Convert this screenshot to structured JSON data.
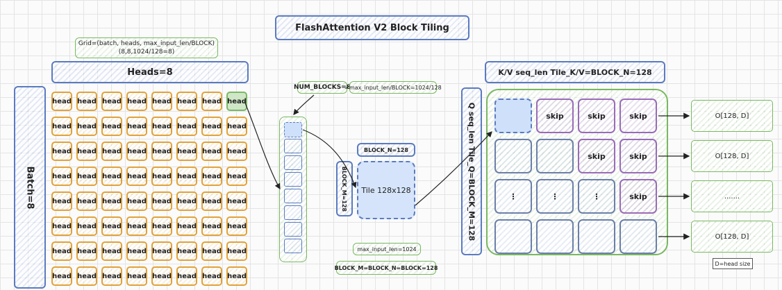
{
  "title": "FlashAttention V2 Block Tiling",
  "grid_label": {
    "line1": "Grid=(batch, heads, max_input_len/BLOCK)",
    "line2": "(8,8,1024/128=8)"
  },
  "heads_label": "Heads=8",
  "batch_label": "Batch=8",
  "head_cell": "head",
  "num_blocks": "NUM_BLOCKS=8",
  "num_blocks_formula": "=max_input_len/BLOCK=1024/128",
  "block_n": "BLOCK_N=128",
  "block_m": "BLOCK_M=128",
  "tile_label": "Tile 128x128",
  "max_input_len": "max_input_len=1024",
  "block_eq": "BLOCK_M=BLOCK_N=BLOCK=128",
  "kv_header": "K/V seq_len Tile_K/V=BLOCK_N=128",
  "q_label": "Q seq_len Tile_Q=BLOCK_M=128",
  "skip": "skip",
  "vdots": "⋮",
  "outputs": [
    "O[128, D]",
    "O[128, D]",
    ".......",
    "O[128, D]"
  ],
  "d_note": "D=head size",
  "colors": {
    "blue_border": "#5a7bc0",
    "green_border": "#79b860",
    "orange_border": "#e1a23a",
    "purple_border": "#9a6bb8",
    "first_tile_fill": "#cfe0fa",
    "head_highlight_fill": "#cfe7c6"
  }
}
